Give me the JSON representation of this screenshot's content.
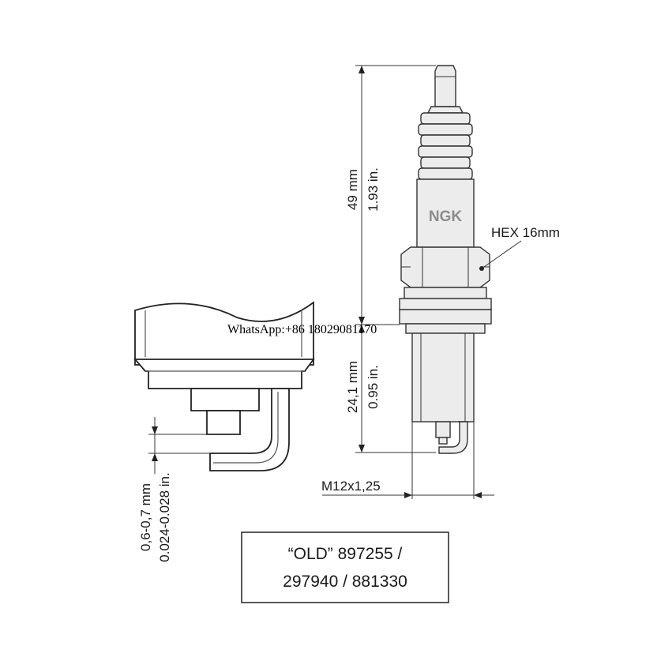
{
  "diagram": {
    "brand_logo": "NGK",
    "hex_label": "HEX 16mm",
    "overall_length": {
      "metric": "49 mm",
      "imperial": "1.93 in."
    },
    "reach": {
      "metric": "24,1 mm",
      "imperial": "0.95 in."
    },
    "thread": "M12x1,25",
    "gap": {
      "metric": "0,6-0,7 mm",
      "imperial": "0.024-0.028 in."
    },
    "part_numbers": {
      "line1": "“OLD” 897255 /",
      "line2": "297940 / 881330"
    },
    "watermark": "WhatsApp:+86 18029081170"
  }
}
